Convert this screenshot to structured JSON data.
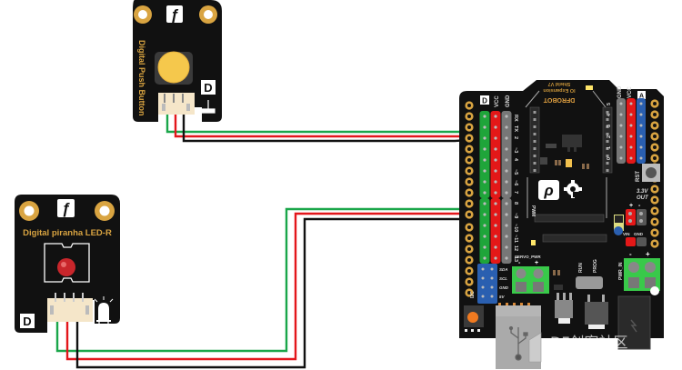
{
  "diagram": {
    "title": "Push button and piranha LED wired to IO expansion shield",
    "colors": {
      "background": "#ffffff",
      "board": "#111111",
      "silk": "#d9a441",
      "wire_signal": "#1aa64a",
      "wire_vcc": "#e3161b",
      "wire_gnd": "#111111",
      "pin_digital": "#1fa53a",
      "pin_vcc": "#e31818",
      "pin_gnd": "#777777",
      "pin_analog_signal": "#2a5fb0",
      "terminal": "#39c94a",
      "button_cap": "#f5c84c",
      "led": "#c8262b",
      "connector": "#f5e6c9"
    }
  },
  "button_module": {
    "name": "Digital Push Button",
    "logo": "ƒ",
    "type_badge": "D"
  },
  "led_module": {
    "name": "Digital piranha LED-R",
    "logo": "ƒ",
    "type_badge": "D"
  },
  "shield": {
    "header_text_line1": "IO Expansion",
    "header_text_line2": "Shield V7",
    "brand": "DFROBOT",
    "digital_header": {
      "col_labels": [
        "D",
        "VCC",
        "GND"
      ],
      "group1_labels": [
        "RX",
        "TX",
        "2",
        "~3",
        "4",
        "~5",
        "~6",
        "7"
      ],
      "group2_labels": [
        "8",
        "~9",
        "~10",
        "~11",
        "12",
        "13"
      ]
    },
    "analog_header": {
      "col_labels": [
        "GND",
        "VCC",
        "A"
      ],
      "labels": [
        "5",
        "4",
        "3",
        "2",
        "1",
        "0"
      ]
    },
    "labels": {
      "rst": "RST",
      "out_3v3_line1": "3.3V",
      "out_3v3_line2": "OUT",
      "pwm": "PWM",
      "servo_pwr": "SERVO_PWR",
      "pwr_in": "PWR_IN",
      "plus": "+",
      "minus": "-",
      "vin": "VIN",
      "gnd": "GND",
      "run": "RUN",
      "prog": "PROG",
      "i2c": "I2C",
      "i2c_pins": [
        "SDA",
        "SCL",
        "GND",
        "5V"
      ]
    }
  },
  "connections": [
    {
      "from": "Digital Push Button",
      "to": "Digital pin 2",
      "wires": [
        "signal",
        "vcc",
        "gnd"
      ]
    },
    {
      "from": "Digital piranha LED-R",
      "to": "Digital pin 10",
      "wires": [
        "signal",
        "vcc",
        "gnd"
      ]
    }
  ],
  "watermark": "DF创客社区"
}
